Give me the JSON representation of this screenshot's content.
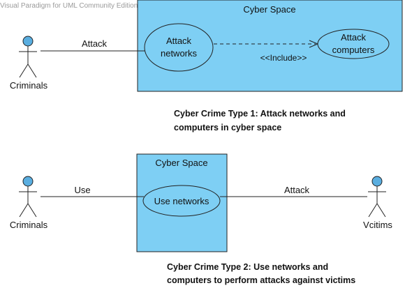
{
  "watermark": "Visual Paradigm for UML Community Edition [not for commercial use]",
  "colors": {
    "system_fill": "#7ecff4",
    "actor_head": "#5aaee0",
    "usecase_fill": "#7ecff4",
    "line": "#222222"
  },
  "diagram1": {
    "system_title": "Cyber Space",
    "actor": "Criminals",
    "association": "Attack",
    "usecase_main": [
      "Attack",
      "networks"
    ],
    "usecase_included": [
      "Attack",
      "computers"
    ],
    "include": "<<Include>>",
    "caption": [
      "Cyber Crime Type 1: Attack networks and",
      "computers in cyber space"
    ]
  },
  "diagram2": {
    "system_title": "Cyber Space",
    "actor_left": "Criminals",
    "actor_right": "Vcitims",
    "association_left": "Use",
    "association_right": "Attack",
    "usecase": "Use networks",
    "caption": [
      "Cyber Crime Type 2: Use networks and",
      "computers to perform attacks against victims"
    ]
  }
}
